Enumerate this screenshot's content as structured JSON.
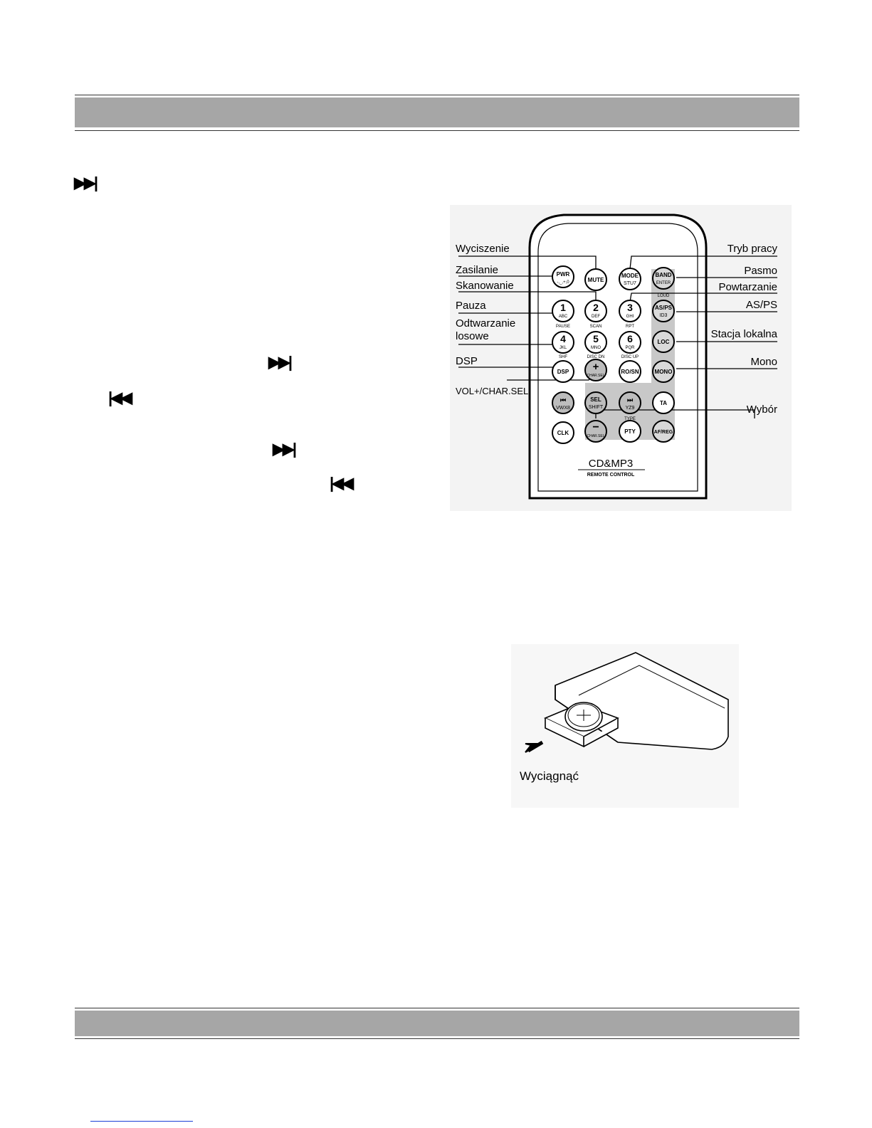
{
  "page": {
    "icons": {
      "next": "next-track-icon",
      "prev": "prev-track-icon"
    },
    "glyphs": {
      "next": "▶▶|",
      "prev": "|◀◀"
    }
  },
  "remote": {
    "callouts": {
      "mute": "Wyciszenie",
      "power": "Zasilanie",
      "scan": "Skanowanie",
      "pause": "Pauza",
      "random1": "Odtwarzanie",
      "random2": "losowe",
      "dsp": "DSP",
      "vol": "VOL+/CHAR.SEL",
      "mode": "Tryb pracy",
      "band": "Pasmo",
      "repeat": "Powtarzanie",
      "asps": "AS/PS",
      "loc": "Stacja lokalna",
      "mono": "Mono",
      "select": "Wybór"
    },
    "buttons": {
      "pwr": "PWR",
      "pwr_sub": "-,_,+,0",
      "mute": "MUTE",
      "mode": "MODE",
      "mode_sub": "STU7",
      "band": "BAND",
      "band_sub": "ENTER",
      "loud": "LOUD",
      "b1": "1",
      "b1_sub": "ABC",
      "b1_under": "PAUSE",
      "b2": "2",
      "b2_sub": "DEF",
      "b2_under": "SCAN",
      "b3": "3",
      "b3_sub": "GHI",
      "b3_under": "RPT",
      "asps": "AS/PS",
      "asps_sub": "ID3",
      "b4": "4",
      "b4_sub": "JKL",
      "b4_under": "SHF",
      "b5": "5",
      "b5_sub": "MNO",
      "b5_under": "DISC DN",
      "b6": "6",
      "b6_sub": "PQR",
      "b6_under": "DISC UP",
      "loc": "LOC",
      "dsp": "DSP",
      "plus": "+",
      "plus_sub": "CHAR.SEL",
      "rosn": "RO/SN",
      "mono": "MONO",
      "prev": "⏮",
      "prev_sub": "VWX8",
      "sel": "SEL",
      "sel_sub": "SHIFT",
      "next": "⏭",
      "next_sub": "YZ9",
      "ta": "TA",
      "clk": "CLK",
      "minus": "−",
      "minus_sub": "CHAR.SEL",
      "pty": "PTY",
      "pty_over": "TYPE",
      "afreg": "AF/REG"
    },
    "brand": "CD&MP3",
    "brand_sub": "REMOTE CONTROL"
  },
  "battery": {
    "label": "Wyciągnąć"
  }
}
